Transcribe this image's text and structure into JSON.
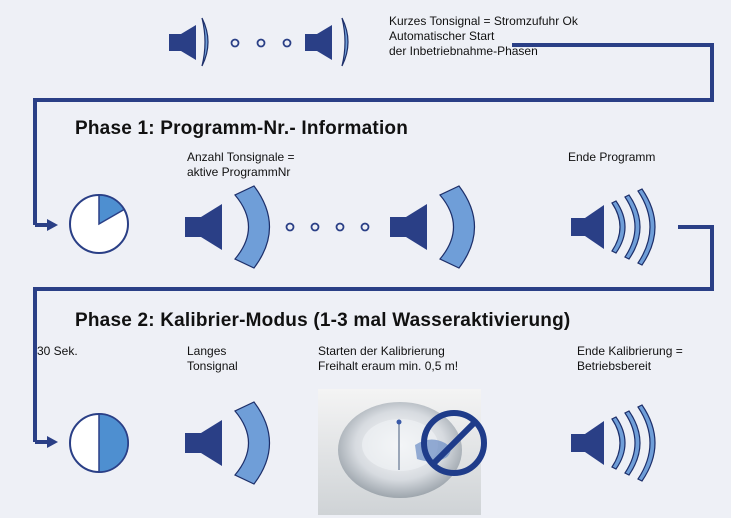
{
  "header": {
    "line1": "Kurzes Tonsignal = Stromzufuhr  Ok",
    "line2": "Automatischer Start",
    "line3": "der Inbetriebnahme-Phasen"
  },
  "phase1": {
    "title": "Phase 1: Programm-Nr.- Information",
    "count_label_line1": "Anzahl Tonsignale =",
    "count_label_line2": "aktive ProgrammNr",
    "end_label": "Ende Programm"
  },
  "phase2": {
    "title": "Phase 2: Kalibrier-Modus  (1-3 mal Wasseraktivierung)",
    "timer_label": "30 Sek.",
    "long_signal_line1": "Langes",
    "long_signal_line2": "Tonsignal",
    "calib_line1": "Starten  der Kalibrierung",
    "calib_line2": "Freihalt eraum min. 0,5 m!",
    "end_line1": "Ende Kalibrierung =",
    "end_line2": "Betriebsbereit"
  },
  "colors": {
    "speaker_dark": "#2a3f86",
    "wave_fill": "#6f9ed8",
    "timer_fill": "#4e8fd0",
    "line": "#2a3f86",
    "prohibit_red": "#1f3c8a"
  }
}
